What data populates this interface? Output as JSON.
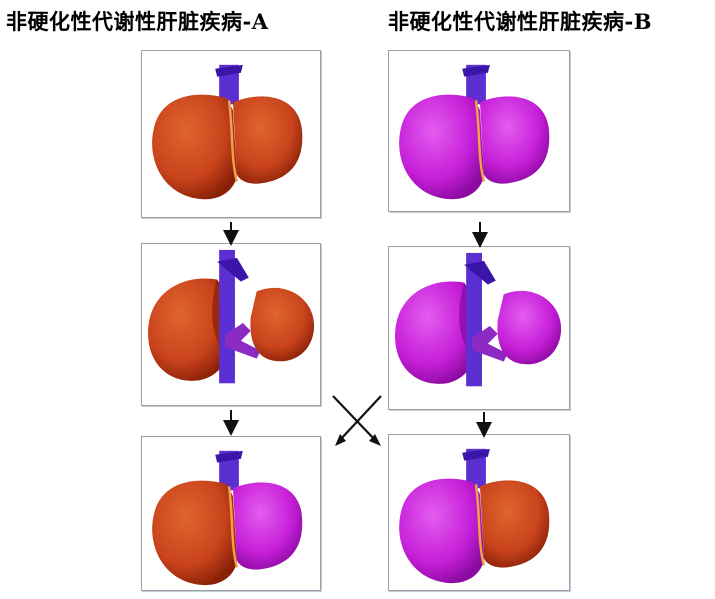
{
  "titles": {
    "a": "非硬化性代谢性肝脏疾病-A",
    "b": "非硬化性代谢性肝脏疾病-B"
  },
  "colors": {
    "red_liver": "#c9431c",
    "red_liver_dark": "#8a2107",
    "red_liver_light": "#e0652e",
    "purple_liver": "#c61fd8",
    "purple_liver_dark": "#8b0aa0",
    "purple_liver_light": "#e45df0",
    "vessel": "#5b2fd1",
    "vessel_dark": "#3a15a8",
    "portal": "#8e2ac4",
    "border": "#9aa0aa",
    "arrow": "#111111"
  },
  "panels": [
    {
      "id": "a-top",
      "state": "whole",
      "left": "red",
      "right": "red"
    },
    {
      "id": "a-mid",
      "state": "split",
      "left": "red",
      "right": "red"
    },
    {
      "id": "a-bottom",
      "state": "whole",
      "left": "red",
      "right": "purple"
    },
    {
      "id": "b-top",
      "state": "whole",
      "left": "purple",
      "right": "purple"
    },
    {
      "id": "b-mid",
      "state": "split",
      "left": "purple",
      "right": "purple"
    },
    {
      "id": "b-bottom",
      "state": "whole",
      "left": "purple",
      "right": "red"
    }
  ]
}
